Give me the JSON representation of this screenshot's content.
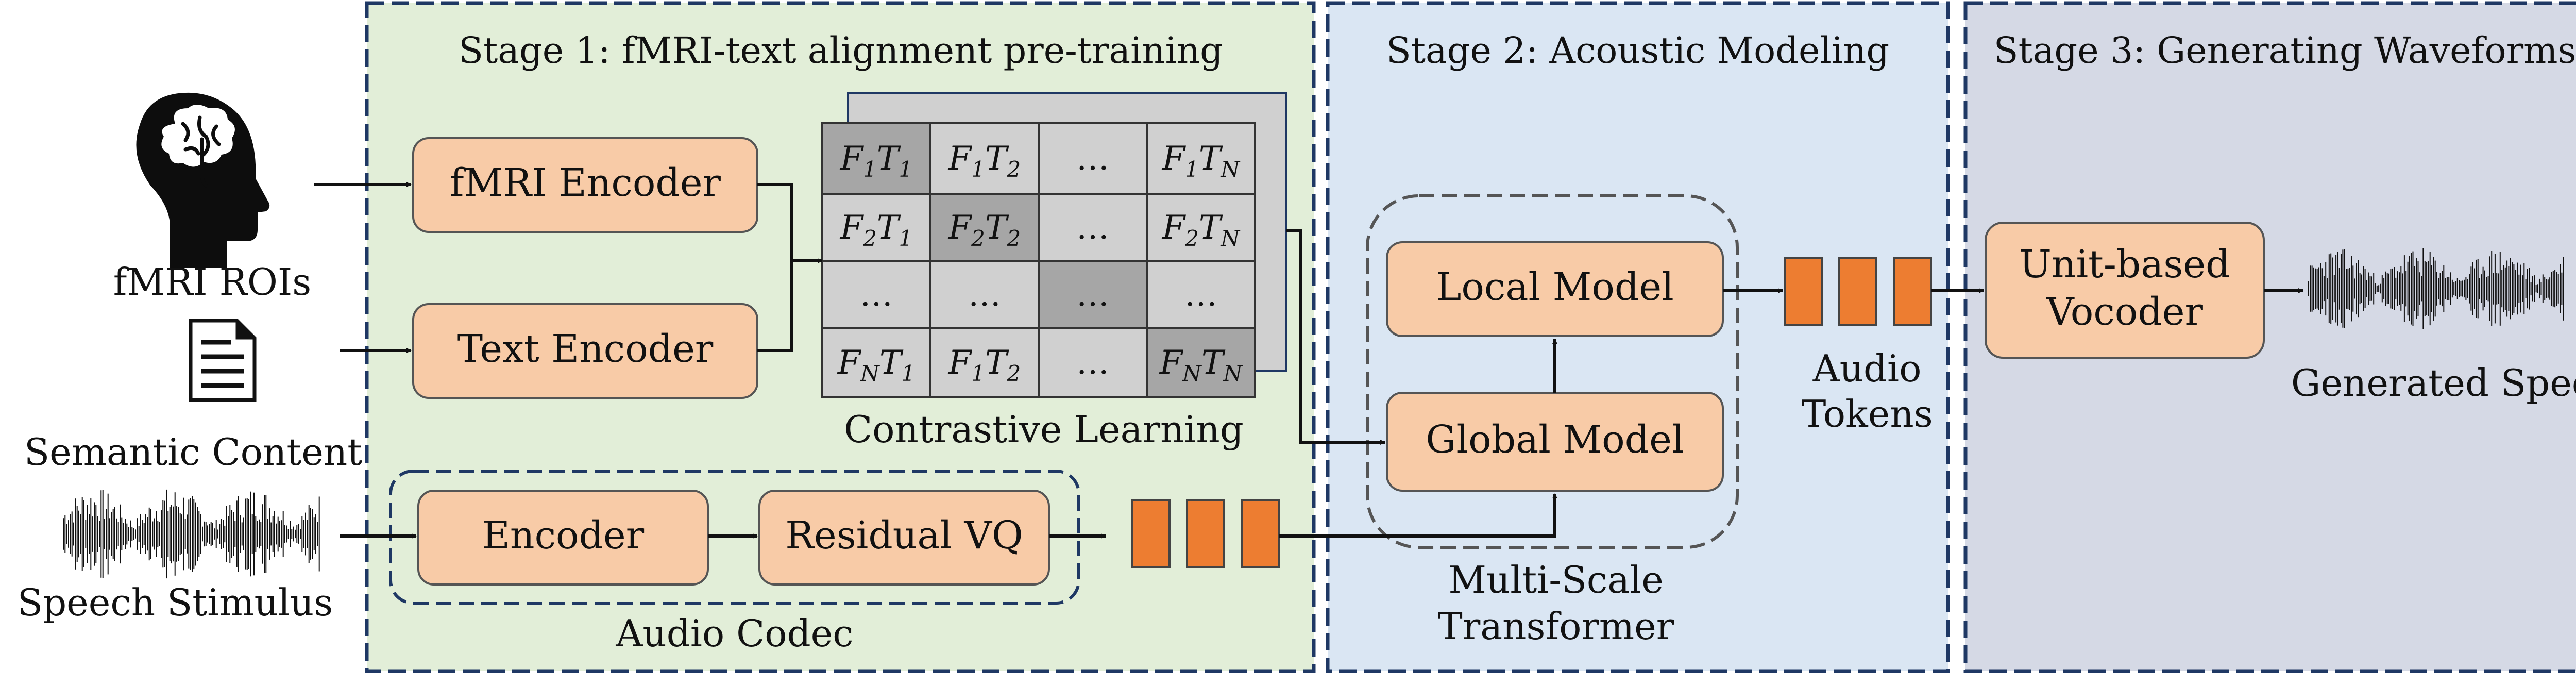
{
  "stages": [
    {
      "title": "Stage 1:  fMRI-text alignment pre-training",
      "bg": "#e2eed8"
    },
    {
      "title": "Stage 2: Acoustic Modeling",
      "bg": "#dae6f3"
    },
    {
      "title": "Stage 3: Generating Waveforms",
      "bg": "#d5d9e5"
    }
  ],
  "colors": {
    "box_fill": "#f8cba7",
    "box_stroke": "#555555",
    "token_fill": "#ed7d31",
    "border": "#1f3864",
    "cell_light": "#d0d0d0",
    "cell_dark": "#a6a6a6"
  },
  "inputs": {
    "fmri_label": "fMRI ROIs",
    "semantic_label": "Semantic Content",
    "speech_label": "Speech Stimulus"
  },
  "icons": {
    "brain": "head-brain-icon",
    "document": "document-icon",
    "waveform": "waveform-icon"
  },
  "stage1": {
    "fmri_encoder": "fMRI Encoder",
    "text_encoder": "Text Encoder",
    "codec_encoder": "Encoder",
    "residual_vq": "Residual VQ",
    "audio_codec_label": "Audio Codec",
    "contrastive_label": "Contrastive Learning",
    "matrix": [
      [
        [
          "F",
          "1",
          "T",
          "1"
        ],
        [
          "F",
          "1",
          "T",
          "2"
        ],
        [
          "…"
        ],
        [
          "F",
          "1",
          "T",
          "N"
        ]
      ],
      [
        [
          "F",
          "2",
          "T",
          "1"
        ],
        [
          "F",
          "2",
          "T",
          "2"
        ],
        [
          "…"
        ],
        [
          "F",
          "2",
          "T",
          "N"
        ]
      ],
      [
        [
          "…"
        ],
        [
          "…"
        ],
        [
          "…"
        ],
        [
          "…"
        ]
      ],
      [
        [
          "F",
          "N",
          "T",
          "1"
        ],
        [
          "F",
          "1",
          "T",
          "2"
        ],
        [
          "…"
        ],
        [
          "F",
          "N",
          "T",
          "N"
        ]
      ]
    ]
  },
  "stage2": {
    "local_model": "Local Model",
    "global_model": "Global Model",
    "multiscale_line1": "Multi-Scale",
    "multiscale_line2": "Transformer",
    "tokens_line1": "Audio",
    "tokens_line2": "Tokens"
  },
  "stage3": {
    "vocoder_line1": "Unit-based",
    "vocoder_line2": "Vocoder",
    "generated_label": "Generated Speech"
  }
}
